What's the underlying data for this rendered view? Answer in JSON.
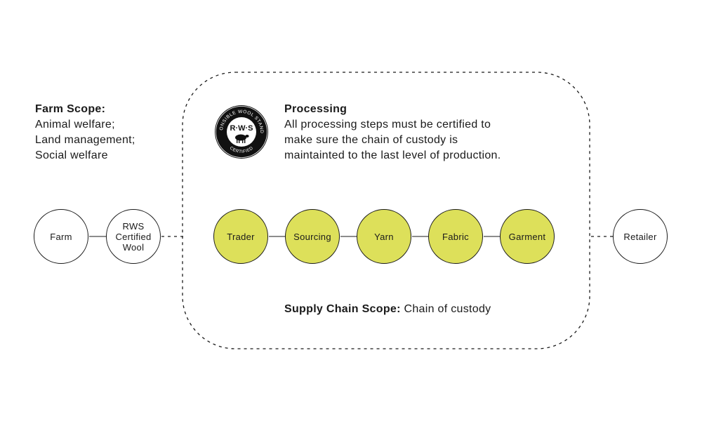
{
  "farm_scope": {
    "heading": "Farm Scope:",
    "items": [
      "Animal welfare;",
      "Land management;",
      "Social welfare"
    ]
  },
  "logo": {
    "main_text": "R·W·S",
    "arc_text": "RESPONSIBLE WOOL STANDARD",
    "bottom_text": "CERTIFIED",
    "icon": "sheep-icon"
  },
  "processing": {
    "heading": "Processing",
    "body": "All processing steps must be certified to\nmake sure the chain of custody is\nmaintainted to the last level of production."
  },
  "nodes": {
    "farm": "Farm",
    "rws_certified_wool": "RWS\nCertified\nWool",
    "retailer": "Retailer"
  },
  "steps": [
    "Trader",
    "Sourcing",
    "Yarn",
    "Fabric",
    "Garment"
  ],
  "supply_chain": {
    "label": "Supply Chain Scope:",
    "value": " Chain of custody"
  },
  "colors": {
    "step_fill": "#dde05a",
    "stroke": "#1a1a1a"
  }
}
